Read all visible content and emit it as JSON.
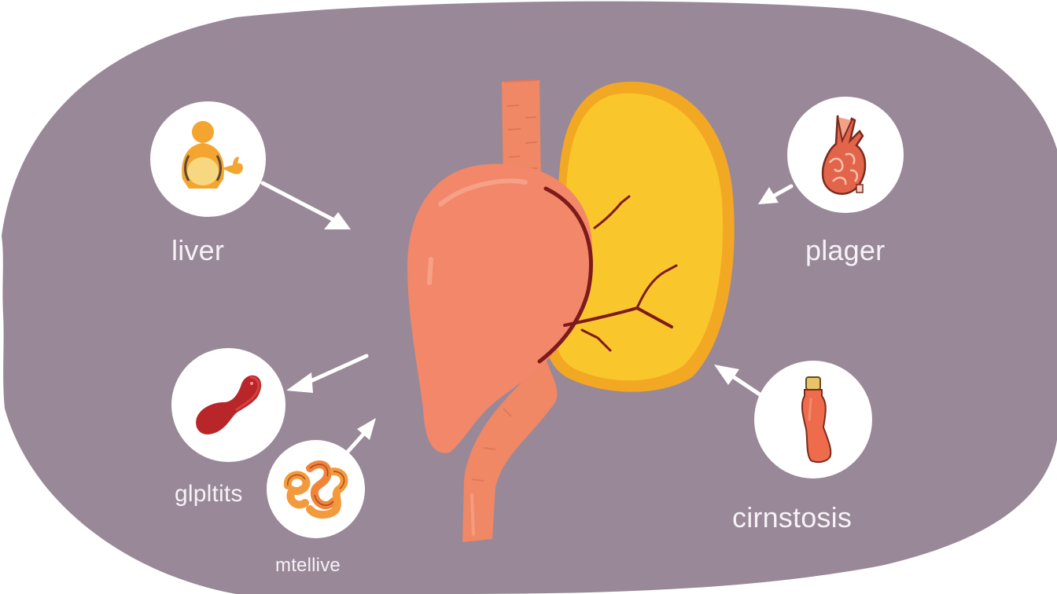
{
  "colors": {
    "background_blob": "#998898",
    "page": "#ffffff",
    "circle_fill": "#ffffff",
    "label_text": "#f6f2f7",
    "arrow": "#ffffff",
    "liver_fill": "#f2876a",
    "liver_highlight": "#f7a58c",
    "gallbladder_fill": "#f9c62c",
    "gallbladder_rim": "#f3a823",
    "vessel": "#7d1a1c",
    "esophagus": "#f08765"
  },
  "diagram": {
    "central_illustration": {
      "organs": [
        "liver",
        "gallbladder",
        "esophagus",
        "duodenum",
        "blood-vessels"
      ]
    },
    "callouts": [
      {
        "id": "liver",
        "label": "liver",
        "icon": "person-figure-icon",
        "position": "top-left"
      },
      {
        "id": "plager",
        "label": "plager",
        "icon": "diseased-organ-icon",
        "position": "top-right"
      },
      {
        "id": "glpltits",
        "label": "glpltits",
        "icon": "red-organ-icon",
        "position": "middle-left"
      },
      {
        "id": "mtellive",
        "label": "mtellive",
        "icon": "intestine-icon",
        "position": "bottom-left"
      },
      {
        "id": "cirnstosis",
        "label": "cirnstosis",
        "icon": "bottle-icon",
        "position": "bottom-right"
      }
    ]
  }
}
